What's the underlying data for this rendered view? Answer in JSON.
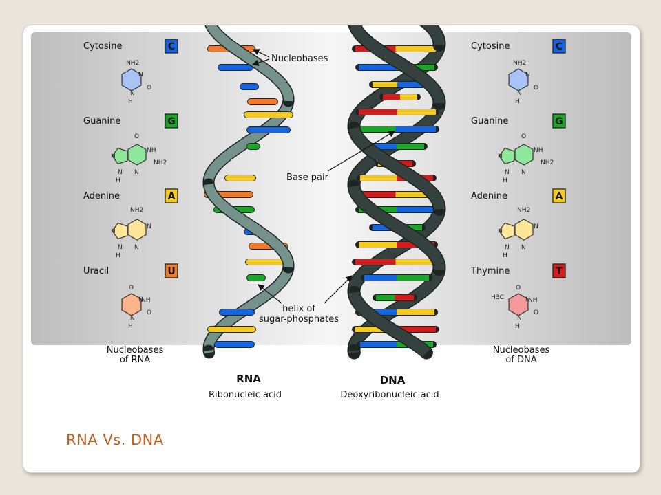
{
  "slide_title": "RNA Vs. DNA",
  "colors": {
    "cytosine": "#1565e0",
    "guanine": "#1aa626",
    "adenine": "#f4cb1c",
    "uracil": "#f07a2a",
    "thymine": "#d41c1c",
    "rna_backbone": "#76928d",
    "dna_backbone": "#34413e"
  },
  "rna_bases": {
    "heading": "Nucleobases\nof RNA",
    "items": [
      {
        "name": "Cytosine",
        "letter": "C",
        "color": "#1565e0",
        "ring": "#a9c3f7"
      },
      {
        "name": "Guanine",
        "letter": "G",
        "color": "#1aa626",
        "ring": "#8fe79b"
      },
      {
        "name": "Adenine",
        "letter": "A",
        "color": "#f4cb1c",
        "ring": "#fde69a"
      },
      {
        "name": "Uracil",
        "letter": "U",
        "color": "#f07a2a",
        "ring": "#fbb48b"
      }
    ]
  },
  "dna_bases": {
    "heading": "Nucleobases\nof DNA",
    "items": [
      {
        "name": "Cytosine",
        "letter": "C",
        "color": "#1565e0",
        "ring": "#a9c3f7"
      },
      {
        "name": "Guanine",
        "letter": "G",
        "color": "#1aa626",
        "ring": "#8fe79b"
      },
      {
        "name": "Adenine",
        "letter": "A",
        "color": "#f4cb1c",
        "ring": "#fde69a"
      },
      {
        "name": "Thymine",
        "letter": "T",
        "color": "#d41c1c",
        "ring": "#f59a9a"
      }
    ]
  },
  "annotations": {
    "nucleobases": "Nucleobases",
    "base_pair": "Base pair",
    "helix_line1": "helix of",
    "helix_line2": "sugar-phosphates"
  },
  "rna": {
    "label": "RNA",
    "sublabel": "Ribonucleic acid"
  },
  "dna": {
    "label": "DNA",
    "sublabel": "Deoxyribonucleic acid"
  },
  "chem": {
    "nh2": "NH2",
    "nh": "NH",
    "n": "N",
    "h": "H",
    "o": "O",
    "h3c": "H3C"
  }
}
